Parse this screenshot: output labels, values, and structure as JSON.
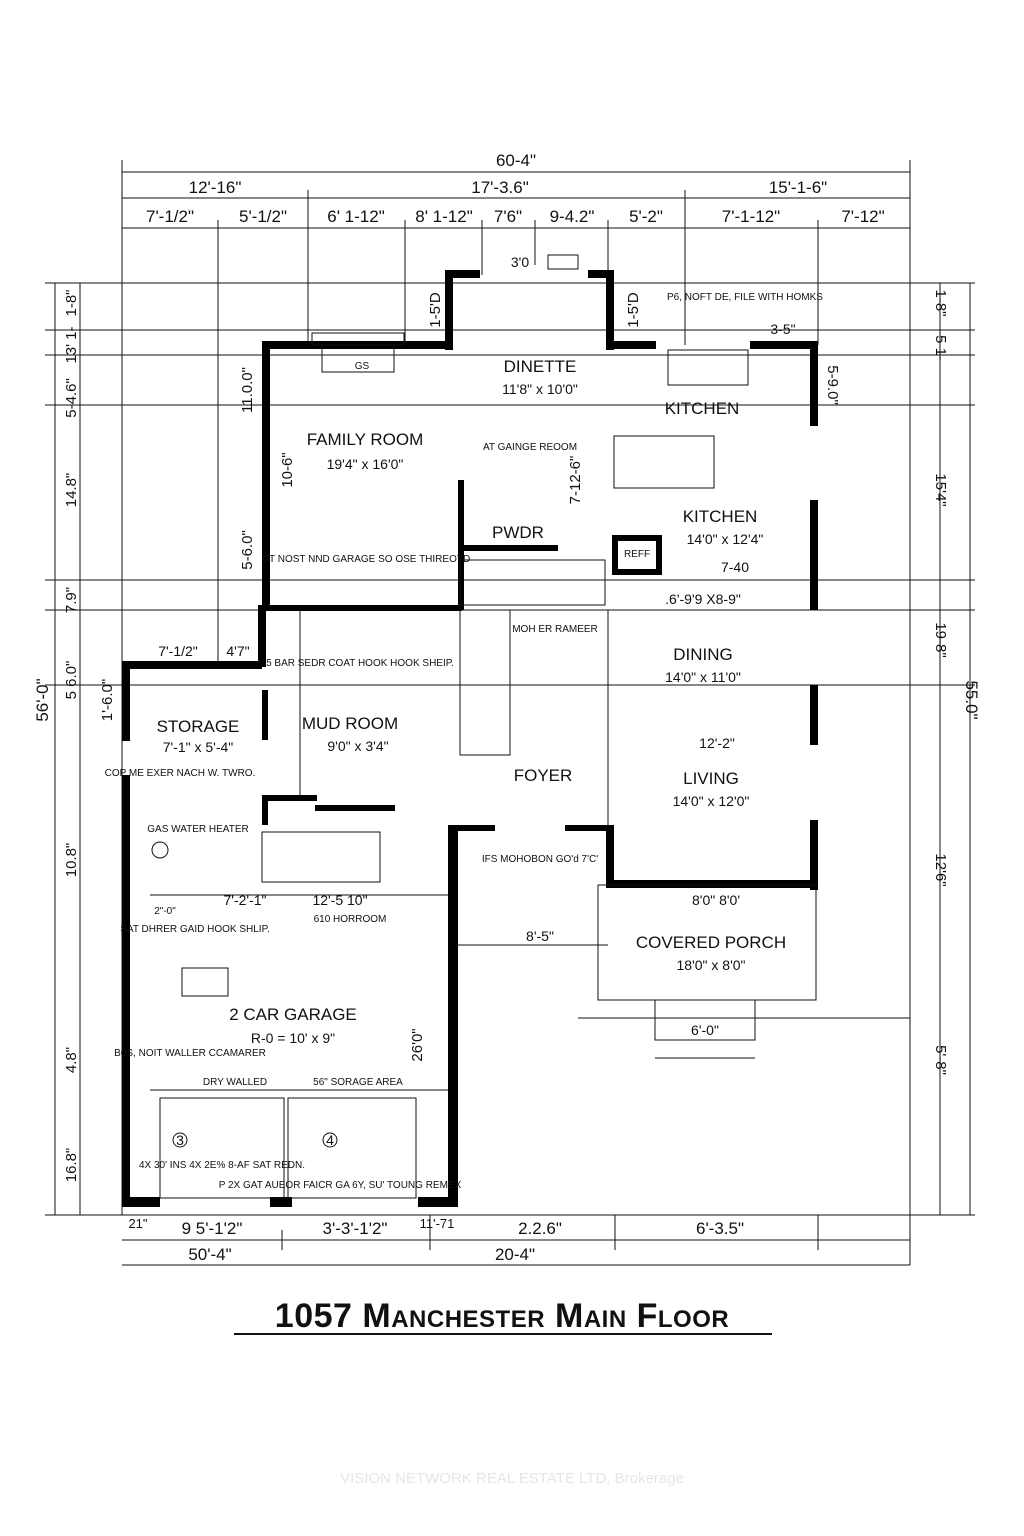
{
  "title": "1057 Manchester Main Floor",
  "watermark": "VISION NETWORK REAL ESTATE LTD, Brokerage",
  "dimensions": {
    "top_overall": "60-4\"",
    "top_row2": [
      "12'-16\"",
      "17'-3.6\"",
      "15'-1-6\""
    ],
    "top_row3": [
      "7'-1/2\"",
      "5'-1/2\"",
      "6' 1-12\"",
      "8' 1-12\"",
      "7'6\"",
      "9-4.2\"",
      "5'-2\"",
      "7'-1-12\"",
      "7'-12\""
    ],
    "bottom_row1": [
      "21\"",
      "9 5'-1'2\"",
      "3'-3'-1'2\"",
      "11'-71",
      "2.2.6\"",
      "6'-3.5\""
    ],
    "bottom_row2": [
      "50'-4\"",
      "20-4\""
    ],
    "left_overall": "56'-0\"",
    "right_overall": "55.0\"",
    "left": [
      "1-8\"",
      "13' 1-",
      "5-4.6\"",
      "14.8\"",
      "7.9\"",
      "5 6.0\"",
      "1'-6.0\"",
      "10.8\"",
      "4.8\"",
      "16.8\""
    ],
    "right": [
      "1-8\"",
      "5 1-",
      "5-9.0\"",
      "15'4\"",
      "19-8\"",
      "12'6\"",
      "5'-8\""
    ]
  },
  "rooms": [
    {
      "name": "FAMILY ROOM",
      "size": "19'4\" x 16'0\""
    },
    {
      "name": "DINETTE",
      "size": "11'8\" x 10'0\""
    },
    {
      "name": "KITCHEN",
      "size": ""
    },
    {
      "name": "KITCHEN",
      "size": "14'0\" x 12'4\""
    },
    {
      "name": "PWDR",
      "size": ""
    },
    {
      "name": "DINING",
      "size": "14'0\" x 11'0\""
    },
    {
      "name": "LIVING",
      "size": "14'0\" x 12'0\""
    },
    {
      "name": "FOYER",
      "size": ""
    },
    {
      "name": "MUD ROOM",
      "size": "9'0\" x 3'4\""
    },
    {
      "name": "STORAGE",
      "size": "7'-1\" x 5'-4\""
    },
    {
      "name": "COVERED PORCH",
      "size": "18'0\" x 8'0\""
    },
    {
      "name": "2 CAR GARAGE",
      "size": "R-0 = 10' x 9\""
    }
  ],
  "labels": {
    "gs": "GS",
    "reff": "REFF",
    "gas_water_heater": "GAS WATER HEATER",
    "dry_walled": "DRY WALLED",
    "storage_area": "56\" SORAGE AREA",
    "note_top": "P6, NOFT DE, FILE WITH HOMKS",
    "note_family": "UT NOST NND GARAGE SO OSE THIREOTD",
    "note_garage_at": "AT GAINGE REOOM",
    "note_mud": "5 BAR SEDR COAT HOOK HOOK SHEIP.",
    "note_storage": "COP ME EXER NACH W. TWRO.",
    "note_garage1": "SAT DHRER GAID HOOK SHLIP.",
    "note_garage2": "B0S, NOIT WALLER CCAMARER",
    "note_garage3": "4X 30' INS 4X 2E% 8-AF SAT REDN.",
    "note_garage4": "P 2X GAT AUEOR FAICR GA 6Y, SU' TOUNG REMEX",
    "note_horoom": "610 HORROOM",
    "note_foyer": "IFS MOHOBON GO'd 7'C'",
    "note_dining": "MOH ER RAMEER",
    "dim_3_0": "3'0",
    "dim_3_5": "3-5\"",
    "dim_6_0": "6'-0\"",
    "dim_8_5": "8'-5\"",
    "dim_12_2": "12'-2\"",
    "dim_8_0": "8'0\"  8'0'",
    "dim_dining": ".6'-9'9  X8-9\"",
    "dim_7_1_2": "7'-1/2\"",
    "dim_4_7": "4'7\"",
    "dim_7_2_1": "7'-2'-1\"",
    "dim_12_5": "12'-5 10\"",
    "dim_2_0": "2\"-0\"",
    "dim_26_0": "26'0\"",
    "dim_10_6": "10-6\"",
    "dim_5_6": "5-6.0\"",
    "dim_11_0": "11.0.0\"",
    "dim_7_12_6": "7-12-6\"",
    "dim_7_40": "7-40",
    "dim_1_5d_l": "1-5'D",
    "dim_1_5d_r": "1-5'D",
    "num_3": "3",
    "num_4": "4"
  }
}
